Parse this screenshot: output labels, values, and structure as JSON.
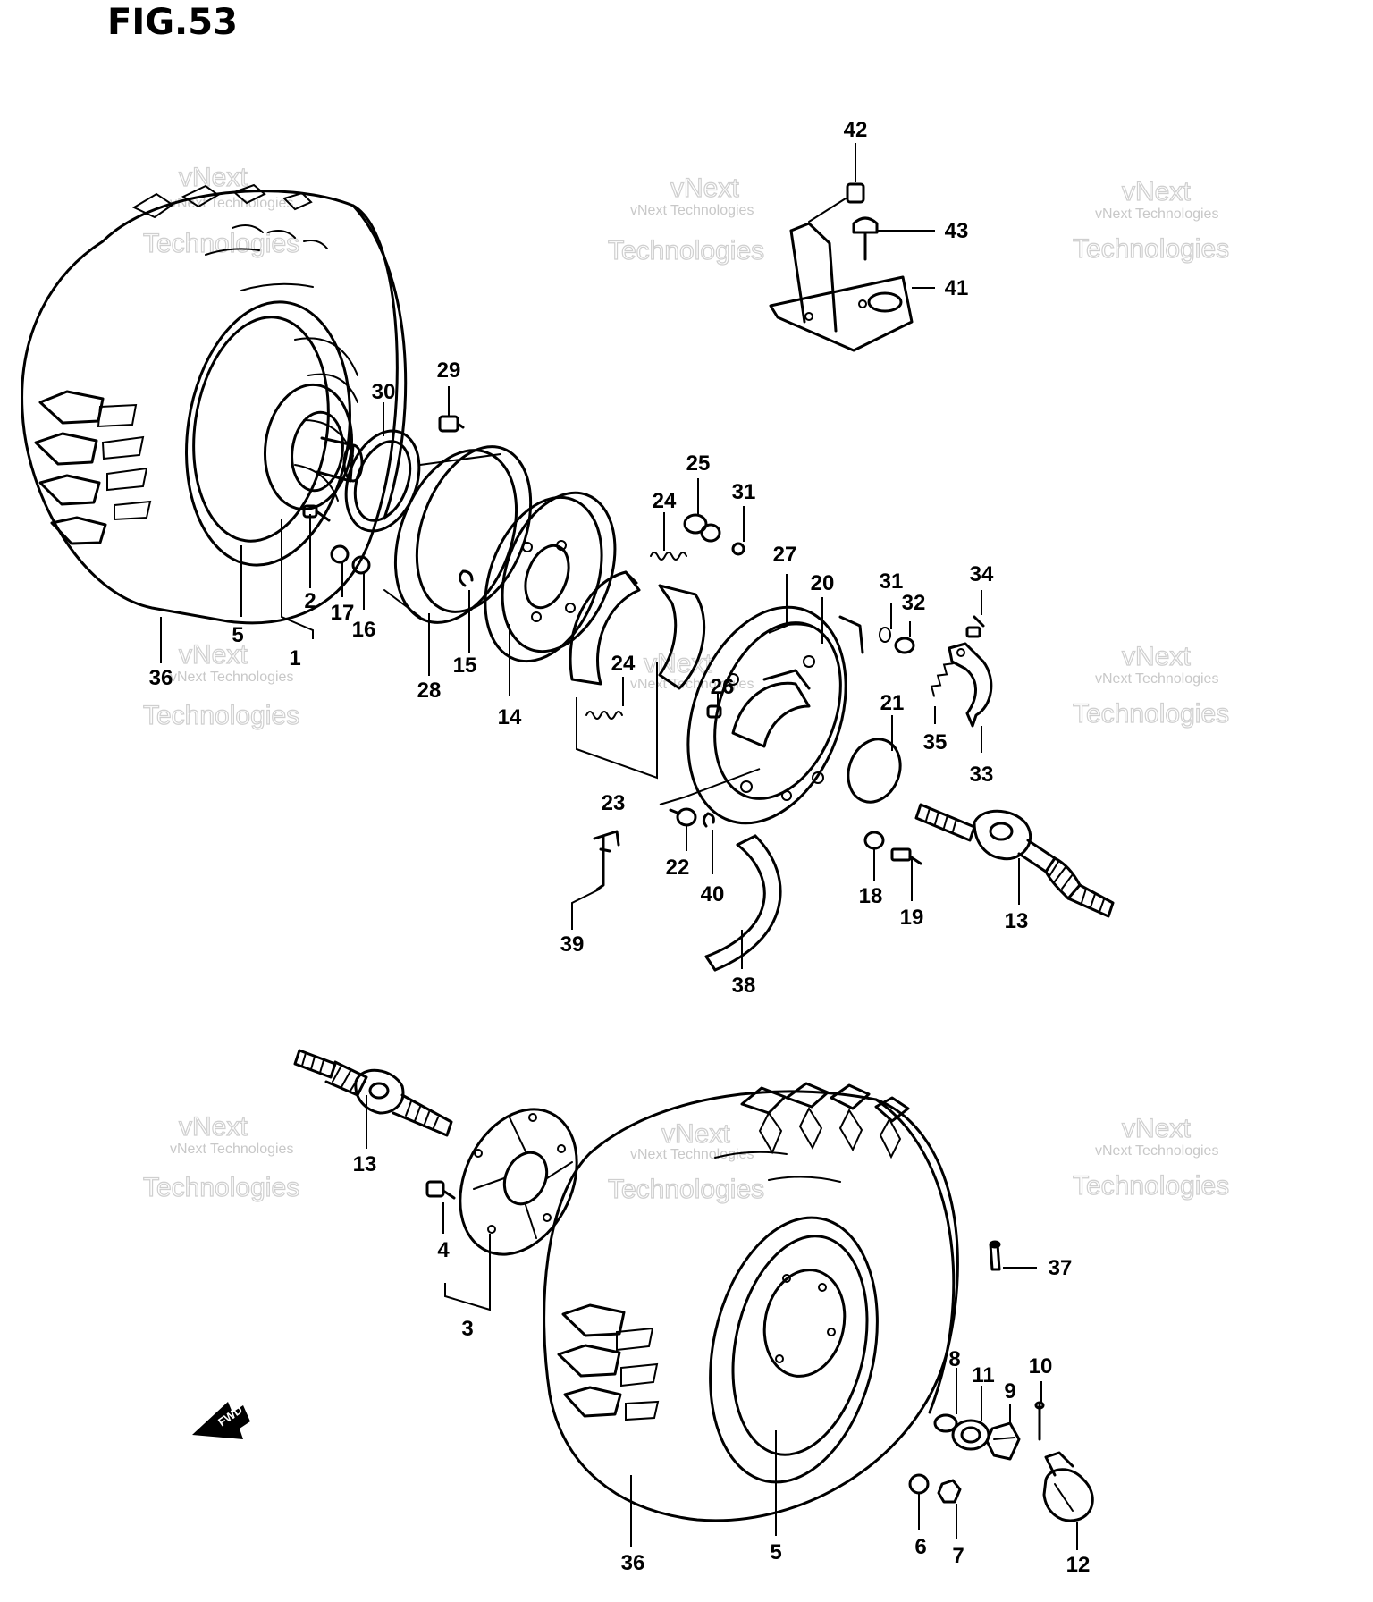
{
  "figure": {
    "title": "FIG.53",
    "fwd_label": "FWD"
  },
  "watermark": {
    "line1": "vNext Technologies",
    "line2": "vNext",
    "line3": "Technologies"
  },
  "callouts": [
    "42",
    "43",
    "41",
    "29",
    "30",
    "25",
    "31",
    "24",
    "27",
    "20",
    "31",
    "32",
    "34",
    "2",
    "17",
    "16",
    "5",
    "1",
    "36",
    "28",
    "15",
    "14",
    "24",
    "26",
    "21",
    "35",
    "33",
    "23",
    "22",
    "40",
    "18",
    "19",
    "13",
    "39",
    "38",
    "13",
    "4",
    "3",
    "37",
    "8",
    "11",
    "9",
    "10",
    "6",
    "7",
    "12",
    "36",
    "5"
  ]
}
